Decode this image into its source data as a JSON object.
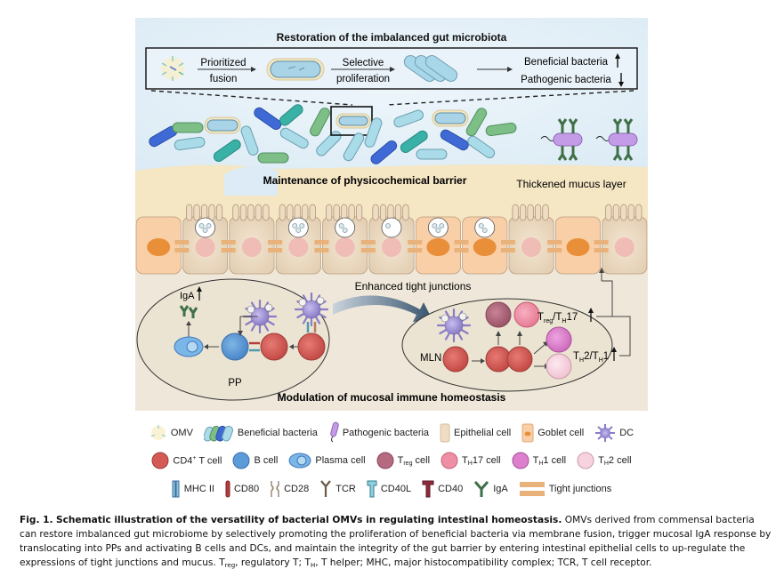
{
  "figure": {
    "sections": {
      "top_title": "Restoration of the imbalanced gut microbiota",
      "middle_title": "Maintenance of physicochemical barrier",
      "bottom_title": "Modulation of mucosal immune homeostasis"
    },
    "top_box": {
      "step1_line1": "Prioritized",
      "step1_line2": "fusion",
      "step2_line1": "Selective",
      "step2_line2": "proliferation",
      "result1": "Beneficial bacteria",
      "result2": "Pathogenic bacteria",
      "result1_trend": "up",
      "result2_trend": "down"
    },
    "labels": {
      "mucus": "Thickened mucus layer",
      "tight_junctions": "Enhanced tight junctions",
      "iga": "IgA",
      "pp": "PP",
      "mln": "MLN",
      "ratio1_main": "T",
      "ratio1_sub1": "reg",
      "ratio1_mid": "/T",
      "ratio1_sub2": "H",
      "ratio1_end": "17",
      "ratio2_main": "T",
      "ratio2_sub1": "H",
      "ratio2_mid": "2/T",
      "ratio2_sub2": "H",
      "ratio2_end": "1"
    },
    "colors": {
      "sky": "#e3f0f8",
      "mucus": "#f6e7c6",
      "lamina": "#efe8da",
      "goblet": "#f9cfa8",
      "epithelial": "#eedcc3",
      "goblet_nucleus": "#e98f3a",
      "epi_nucleus": "#efbcb6",
      "junction": "#e9b27a",
      "cd4": "#d45a55",
      "bcell": "#5b9bd8",
      "treg": "#b56a80",
      "th17": "#ef8fa6",
      "th1": "#de7fce",
      "th2": "#f6d3df",
      "dc": "#a79ad6",
      "iga": "#3f7048",
      "pathogen": "#c39be6",
      "bact_blue": "#3f6ad6",
      "bact_teal": "#3ab1a6",
      "bact_green": "#7dbf86",
      "bact_light": "#a9dbe8"
    }
  },
  "legend": {
    "row1": [
      {
        "icon": "omv-icon",
        "label": "OMV"
      },
      {
        "icon": "beneficial-bacteria-icon",
        "label": "Beneficial bacteria"
      },
      {
        "icon": "pathogenic-bacteria-icon",
        "label": "Pathogenic bacteria"
      },
      {
        "icon": "epithelial-cell-icon",
        "label": "Epithelial cell"
      },
      {
        "icon": "goblet-cell-icon",
        "label": "Goblet cell"
      },
      {
        "icon": "dc-icon",
        "label": "DC"
      }
    ],
    "row2": [
      {
        "icon": "cd4-t-cell-icon",
        "label": "CD4",
        "sup": "+",
        "rest": " T cell"
      },
      {
        "icon": "b-cell-icon",
        "label": "B cell"
      },
      {
        "icon": "plasma-cell-icon",
        "label": "Plasma cell"
      },
      {
        "icon": "treg-cell-icon",
        "label": "T",
        "sub": "reg",
        "rest": " cell"
      },
      {
        "icon": "th17-cell-icon",
        "label": "T",
        "sub": "H",
        "rest": "17 cell"
      },
      {
        "icon": "th1-cell-icon",
        "label": "T",
        "sub": "H",
        "rest": "1 cell"
      },
      {
        "icon": "th2-cell-icon",
        "label": "T",
        "sub": "H",
        "rest": "2 cell"
      }
    ],
    "row3": [
      {
        "icon": "mhc-ii-icon",
        "label": "MHC II"
      },
      {
        "icon": "cd80-icon",
        "label": "CD80"
      },
      {
        "icon": "cd28-icon",
        "label": "CD28"
      },
      {
        "icon": "tcr-icon",
        "label": "TCR"
      },
      {
        "icon": "cd40l-icon",
        "label": "CD40L"
      },
      {
        "icon": "cd40-icon",
        "label": "CD40"
      },
      {
        "icon": "iga-icon",
        "label": "IgA"
      },
      {
        "icon": "tight-junctions-icon",
        "label": "Tight junctions"
      }
    ]
  },
  "caption": {
    "label": "Fig. 1.",
    "title": "Schematic illustration of the versatility of bacterial OMVs in regulating intestinal homeostasis.",
    "body": "OMVs derived from commensal bacteria can restore imbalanced gut microbiome by selectively promoting the proliferation of beneficial bacteria via membrane fusion, trigger mucosal IgA response by translocating into PPs and activating B cells and DCs, and maintain the integrity of the gut barrier by entering intestinal epithelial cells to up-regulate the expressions of tight junctions and mucus.",
    "abbr_treg": "T",
    "abbr_treg_sub": "reg",
    "abbr_treg_def": ", regulatory T; ",
    "abbr_th": "T",
    "abbr_th_sub": "H",
    "abbr_th_def": ", T helper; MHC, major histocompatibility complex; TCR, T cell receptor."
  }
}
